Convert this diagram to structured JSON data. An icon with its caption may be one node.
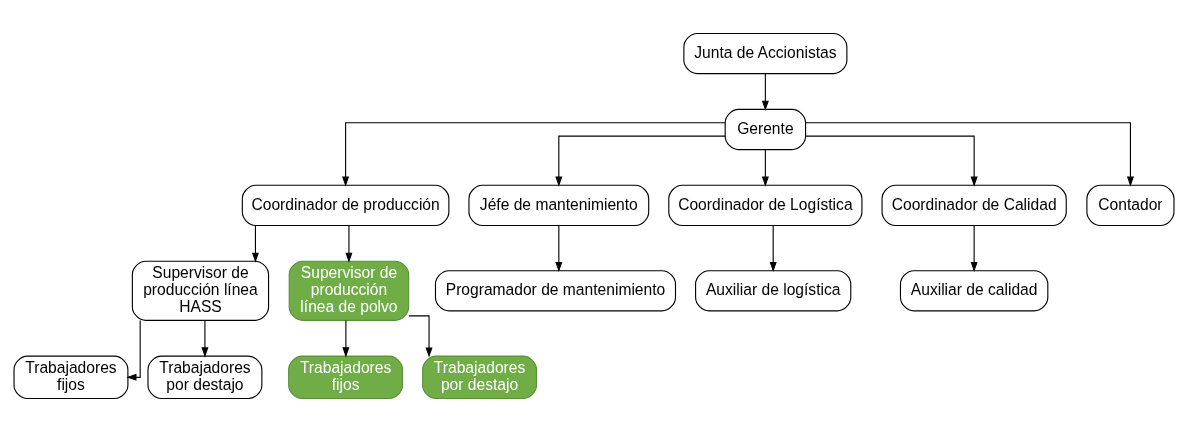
{
  "diagram": {
    "nodes": [
      {
        "text": [
          "Junta de Accionistas"
        ]
      },
      {
        "text": [
          "Gerente"
        ]
      },
      {
        "text": [
          "Coordinador de producción"
        ]
      },
      {
        "text": [
          "Jéfe de mantenimiento"
        ]
      },
      {
        "text": [
          "Coordinador de Logística"
        ]
      },
      {
        "text": [
          "Coordinador de Calidad"
        ]
      },
      {
        "text": [
          "Contador"
        ]
      },
      {
        "text": [
          "Supervisor de producción línea HASS"
        ]
      },
      {
        "text": [
          "Supervisor de producción línea de polvo"
        ]
      },
      {
        "text": [
          "Programador de mantenimiento"
        ]
      },
      {
        "text": [
          "Auxiliar de logística"
        ]
      },
      {
        "text": [
          "Auxiliar de calidad"
        ]
      },
      {
        "text": [
          "Trabajadores fijos"
        ]
      },
      {
        "text": [
          "Trabajadores por destajo"
        ]
      },
      {
        "text": [
          "Trabajadores fijos"
        ]
      },
      {
        "text": [
          "Trabajadores por destajo"
        ]
      }
    ],
    "edges": [
      {
        "from": 0,
        "to": 1,
        "arrow": "to"
      },
      {
        "from": 1,
        "to": 2,
        "arrow": "to"
      },
      {
        "from": 1,
        "to": 3,
        "arrow": "to"
      },
      {
        "from": 1,
        "to": 4,
        "arrow": "to"
      },
      {
        "from": 1,
        "to": 5,
        "arrow": "to"
      },
      {
        "from": 1,
        "to": 6,
        "arrow": "to"
      },
      {
        "from": 2,
        "to": 7,
        "arrow": "to"
      },
      {
        "from": 2,
        "to": 8,
        "arrow": "to"
      },
      {
        "from": 3,
        "to": 9,
        "arrow": "to"
      },
      {
        "from": 4,
        "to": 10,
        "arrow": "to"
      },
      {
        "from": 5,
        "to": 11,
        "arrow": "to"
      },
      {
        "from": 7,
        "to": 12,
        "arrow": "to"
      },
      {
        "from": 7,
        "to": 13,
        "arrow": "to"
      },
      {
        "from": 8,
        "to": 14,
        "arrow": "to"
      },
      {
        "from": 8,
        "to": 15,
        "arrow": "to"
      }
    ]
  }
}
